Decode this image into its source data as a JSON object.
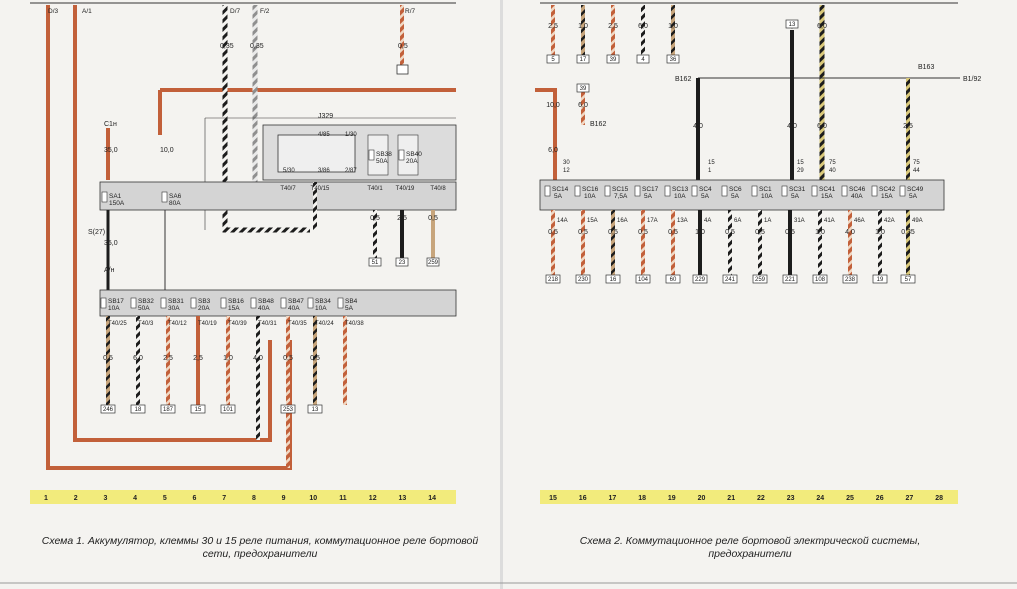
{
  "captions": {
    "left": "Схема 1. Аккумулятор, клеммы 30 и 15 реле питания, коммутационное реле бортовой сети, предохранители",
    "right": "Схема 2. Коммутационное реле бортовой электрической системы, предохранители"
  },
  "top_terminals_left": [
    "D/3",
    "A/1",
    "D/7",
    "F/2",
    "R/7"
  ],
  "top_labels": {
    "c1": "C1н",
    "a_h": "A/н",
    "s27": "S(27)",
    "j329": "J329",
    "b162": "B162",
    "b163": "B163",
    "b192": "B1/92",
    "relay_pins": [
      "4/85",
      "5/30",
      "3/86",
      "2/87",
      "1/30"
    ]
  },
  "axis_left": [
    "1",
    "2",
    "3",
    "4",
    "5",
    "6",
    "7",
    "8",
    "9",
    "10",
    "11",
    "12",
    "13",
    "14"
  ],
  "axis_right": [
    "15",
    "16",
    "17",
    "18",
    "19",
    "20",
    "21",
    "22",
    "23",
    "24",
    "25",
    "26",
    "27",
    "28"
  ],
  "upper_fuses_left": [
    {
      "name": "SA1",
      "rating": "150A"
    },
    {
      "name": "SA6",
      "rating": "80A"
    },
    {
      "name": "SB38",
      "rating": "50A"
    },
    {
      "name": "SB40",
      "rating": "20A"
    }
  ],
  "lower_fuses_left": [
    {
      "name": "SB17",
      "rating": "10A"
    },
    {
      "name": "SB32",
      "rating": "50A"
    },
    {
      "name": "SB31",
      "rating": "30A"
    },
    {
      "name": "SB3",
      "rating": "20A"
    },
    {
      "name": "SB16",
      "rating": "15A"
    },
    {
      "name": "SB48",
      "rating": "40A"
    },
    {
      "name": "SB47",
      "rating": "40A"
    },
    {
      "name": "SB34",
      "rating": "10A"
    },
    {
      "name": "SB4",
      "rating": "5A"
    }
  ],
  "lower_terms_left": [
    "T40/25",
    "T40/3",
    "T40/12",
    "T40/19",
    "T40/39",
    "T40/31",
    "T40/35",
    "T40/24",
    "T40/38"
  ],
  "lower_gauges_left": [
    "0,5",
    "6,0",
    "2,5",
    "2,5",
    "1,0",
    "4,0",
    "0,5",
    "0,5",
    ""
  ],
  "lower_ends_left": [
    "246",
    "18",
    "187",
    "15",
    "101",
    "",
    "253",
    "13",
    ""
  ],
  "mid_terms_left": [
    "T40/7",
    "T40/15",
    "T40/1",
    "T40/19",
    "T40/8"
  ],
  "mid_gauges_left": [
    "0,5",
    "2,5",
    "0,5"
  ],
  "mid_ends_left": [
    "51",
    "23",
    "259"
  ],
  "fuses_right": [
    {
      "name": "SC14",
      "rating": "5A"
    },
    {
      "name": "SC16",
      "rating": "10A"
    },
    {
      "name": "SC15",
      "rating": "7,5A"
    },
    {
      "name": "SC17",
      "rating": "5A"
    },
    {
      "name": "SC13",
      "rating": "10A"
    },
    {
      "name": "SC4",
      "rating": "5A"
    },
    {
      "name": "SC6",
      "rating": "5A"
    },
    {
      "name": "SC1",
      "rating": "10A"
    },
    {
      "name": "SC31",
      "rating": "5A"
    },
    {
      "name": "SC41",
      "rating": "15A"
    },
    {
      "name": "SC46",
      "rating": "40A"
    },
    {
      "name": "SC42",
      "rating": "15A"
    },
    {
      "name": "SC49",
      "rating": "5A"
    }
  ],
  "terms_right": [
    "14A",
    "15A",
    "16A",
    "17A",
    "13A",
    "4A",
    "6A",
    "1A",
    "31A",
    "41A",
    "46A",
    "42A",
    "49A"
  ],
  "gauges_right": [
    "0,5",
    "0,5",
    "0,5",
    "0,5",
    "0,5",
    "1,0",
    "0,5",
    "0,5",
    "0,5",
    "1,0",
    "4,0",
    "1,0",
    "0,35"
  ],
  "ends_right": [
    "218",
    "230",
    "16",
    "104",
    "60",
    "229",
    "241",
    "259",
    "221",
    "108",
    "238",
    "19",
    "57"
  ],
  "top_gauges_right": [
    "2,5",
    "1,0",
    "2,5",
    "6,0",
    "1,0",
    "2,5",
    "6,0"
  ],
  "top_ends_right": [
    "5",
    "17",
    "39",
    "4",
    "36",
    "13"
  ],
  "pin_labels_right": [
    "30",
    "12",
    "15",
    "1",
    "15",
    "29",
    "75",
    "40",
    "75",
    "44"
  ],
  "colors": {
    "red": "#c2603a",
    "black": "#1c1c1c",
    "tan": "#c7a57c",
    "gray": "#8f8f8f",
    "axis": "#f2eb7c"
  }
}
